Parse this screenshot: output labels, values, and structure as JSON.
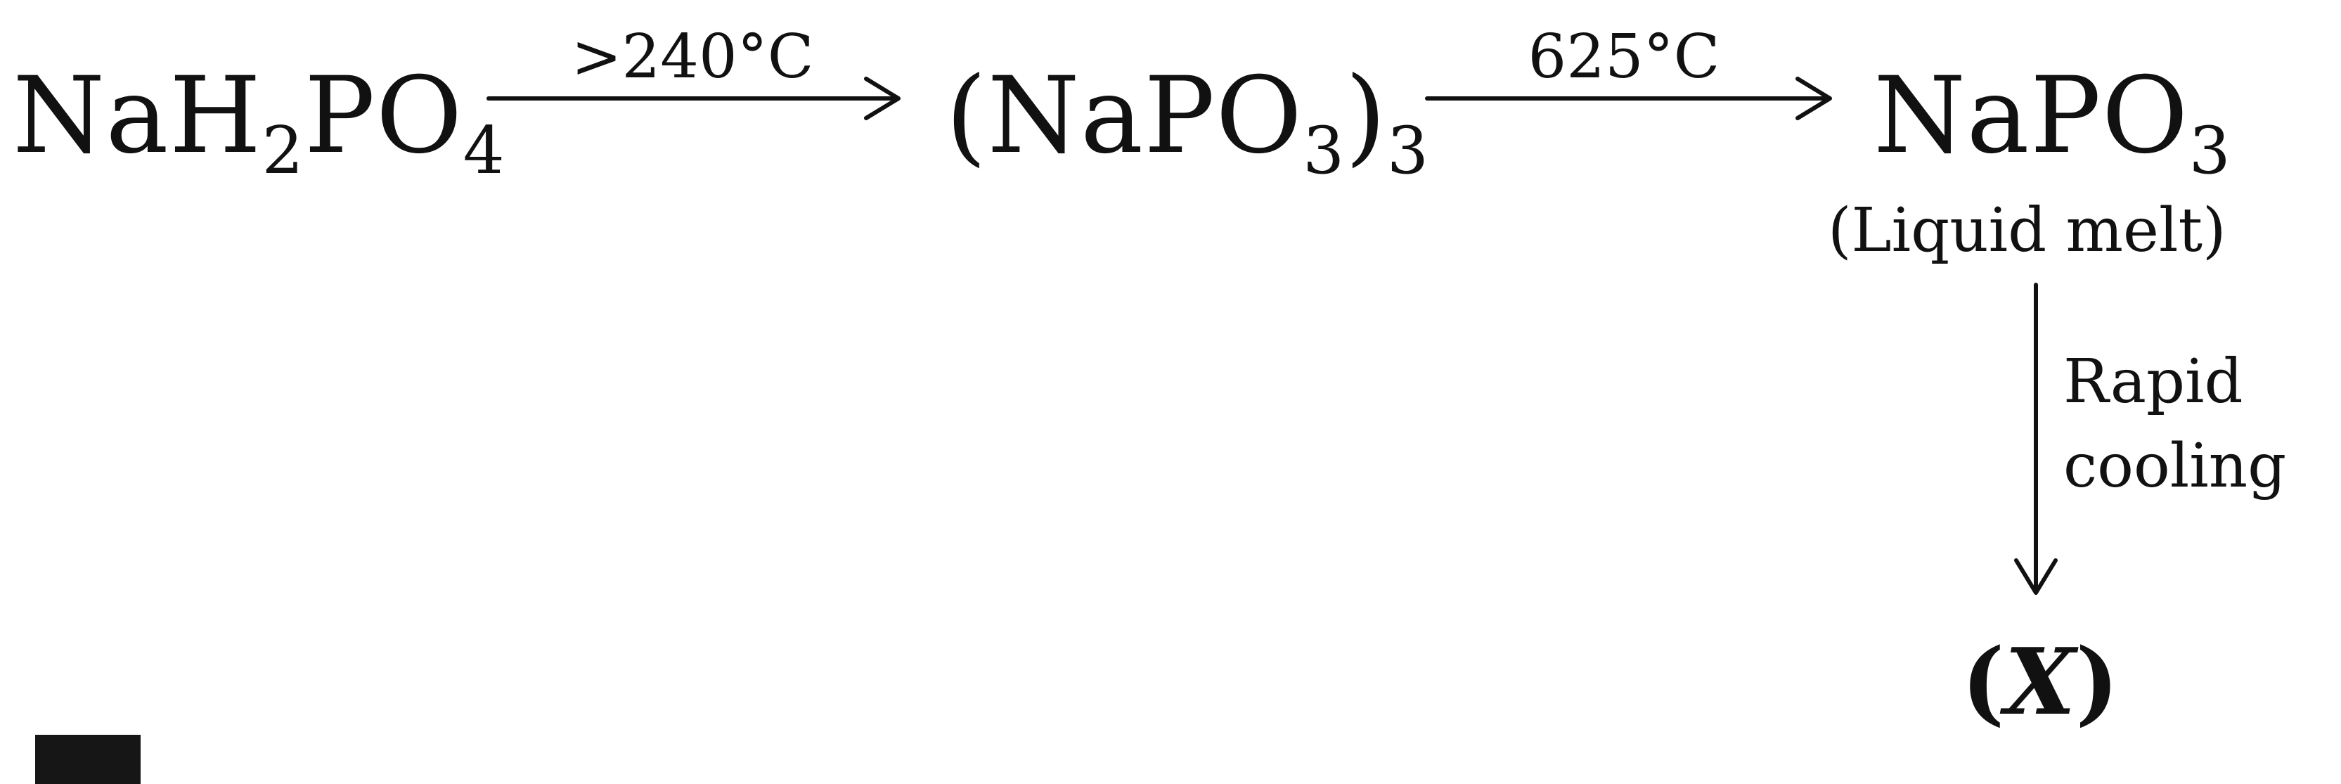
{
  "reaction_scheme": {
    "reactant": {
      "main": "NaH",
      "sub1": "2",
      "mid": "PO",
      "sub2": "4"
    },
    "arrow1": {
      "condition": ">240°C"
    },
    "intermediate": {
      "open": "(NaPO",
      "sub1": "3",
      "close": ")",
      "sub2": "3"
    },
    "arrow2": {
      "condition": "625°C"
    },
    "product": {
      "main": "NaPO",
      "sub": "3",
      "state": "(Liquid melt)"
    },
    "arrow3": {
      "condition_line1": "Rapid",
      "condition_line2": "cooling"
    },
    "final": {
      "open": "(",
      "symbol": "X",
      "close": ")"
    }
  },
  "colors": {
    "ink": "#111111",
    "background": "#ffffff"
  }
}
